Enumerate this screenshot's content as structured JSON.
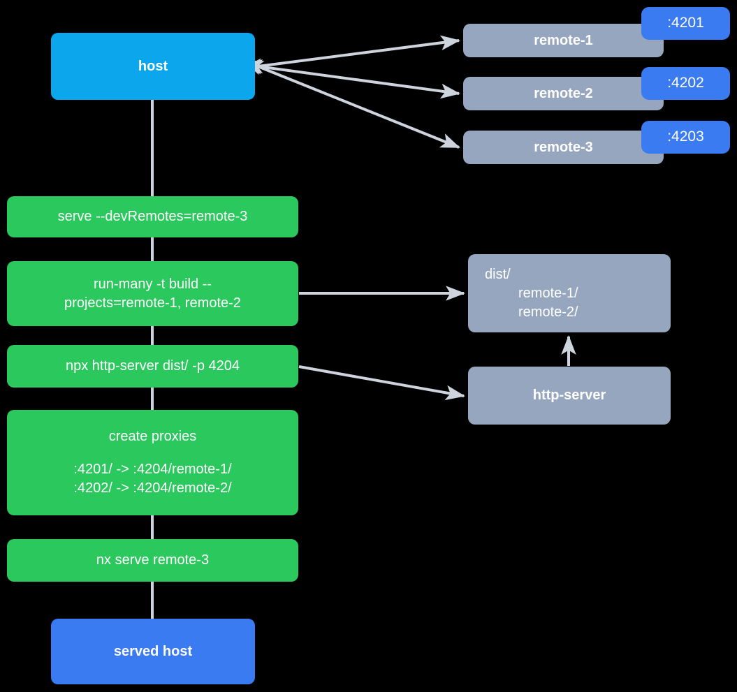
{
  "diagram": {
    "title": "Nx module federation dev remotes flow",
    "background": "#000000",
    "colors": {
      "host": "#0BA6EB",
      "served_host": "#3B7BF2",
      "command": "#2BC85E",
      "artifact": "#96A6BE",
      "port_badge": "#3B7BF2",
      "edge": "#CED4DE",
      "text": "#FFFFFF"
    }
  },
  "nodes": {
    "host": {
      "label": "host"
    },
    "remotes": [
      {
        "label": "remote-1",
        "port": ":4201"
      },
      {
        "label": "remote-2",
        "port": ":4202"
      },
      {
        "label": "remote-3",
        "port": ":4203"
      }
    ],
    "commands": [
      {
        "id": "serve-dev-remotes",
        "label": "serve --devRemotes=remote-3"
      },
      {
        "id": "run-many-build",
        "label": "run-many -t build --\nprojects=remote-1, remote-2"
      },
      {
        "id": "npx-http-server",
        "label": "npx http-server dist/ -p 4204"
      },
      {
        "id": "nx-serve-remote-3",
        "label": "nx serve remote-3"
      }
    ],
    "create_proxies": {
      "title": "create proxies",
      "mappings": [
        ":4201/ -> :4204/remote-1/",
        ":4202/ -> :4204/remote-2/"
      ]
    },
    "dist": {
      "root": "dist/",
      "children": [
        "remote-1/",
        "remote-2/"
      ]
    },
    "http_server": {
      "label": "http-server"
    },
    "served_host": {
      "label": "served host"
    }
  },
  "edges": [
    {
      "from": "host",
      "to": "remote-1",
      "arrow": "both"
    },
    {
      "from": "host",
      "to": "remote-2",
      "arrow": "both"
    },
    {
      "from": "host",
      "to": "remote-3",
      "arrow": "both"
    },
    {
      "from": "host",
      "to": "serve-dev-remotes",
      "arrow": "none"
    },
    {
      "from": "serve-dev-remotes",
      "to": "run-many-build",
      "arrow": "none"
    },
    {
      "from": "run-many-build",
      "to": "dist",
      "arrow": "end"
    },
    {
      "from": "run-many-build",
      "to": "npx-http-server",
      "arrow": "none"
    },
    {
      "from": "npx-http-server",
      "to": "http-server",
      "arrow": "end"
    },
    {
      "from": "npx-http-server",
      "to": "create-proxies",
      "arrow": "none"
    },
    {
      "from": "http-server",
      "to": "dist",
      "arrow": "end"
    },
    {
      "from": "create-proxies",
      "to": "nx-serve-remote-3",
      "arrow": "none"
    },
    {
      "from": "nx-serve-remote-3",
      "to": "served-host",
      "arrow": "none"
    }
  ]
}
